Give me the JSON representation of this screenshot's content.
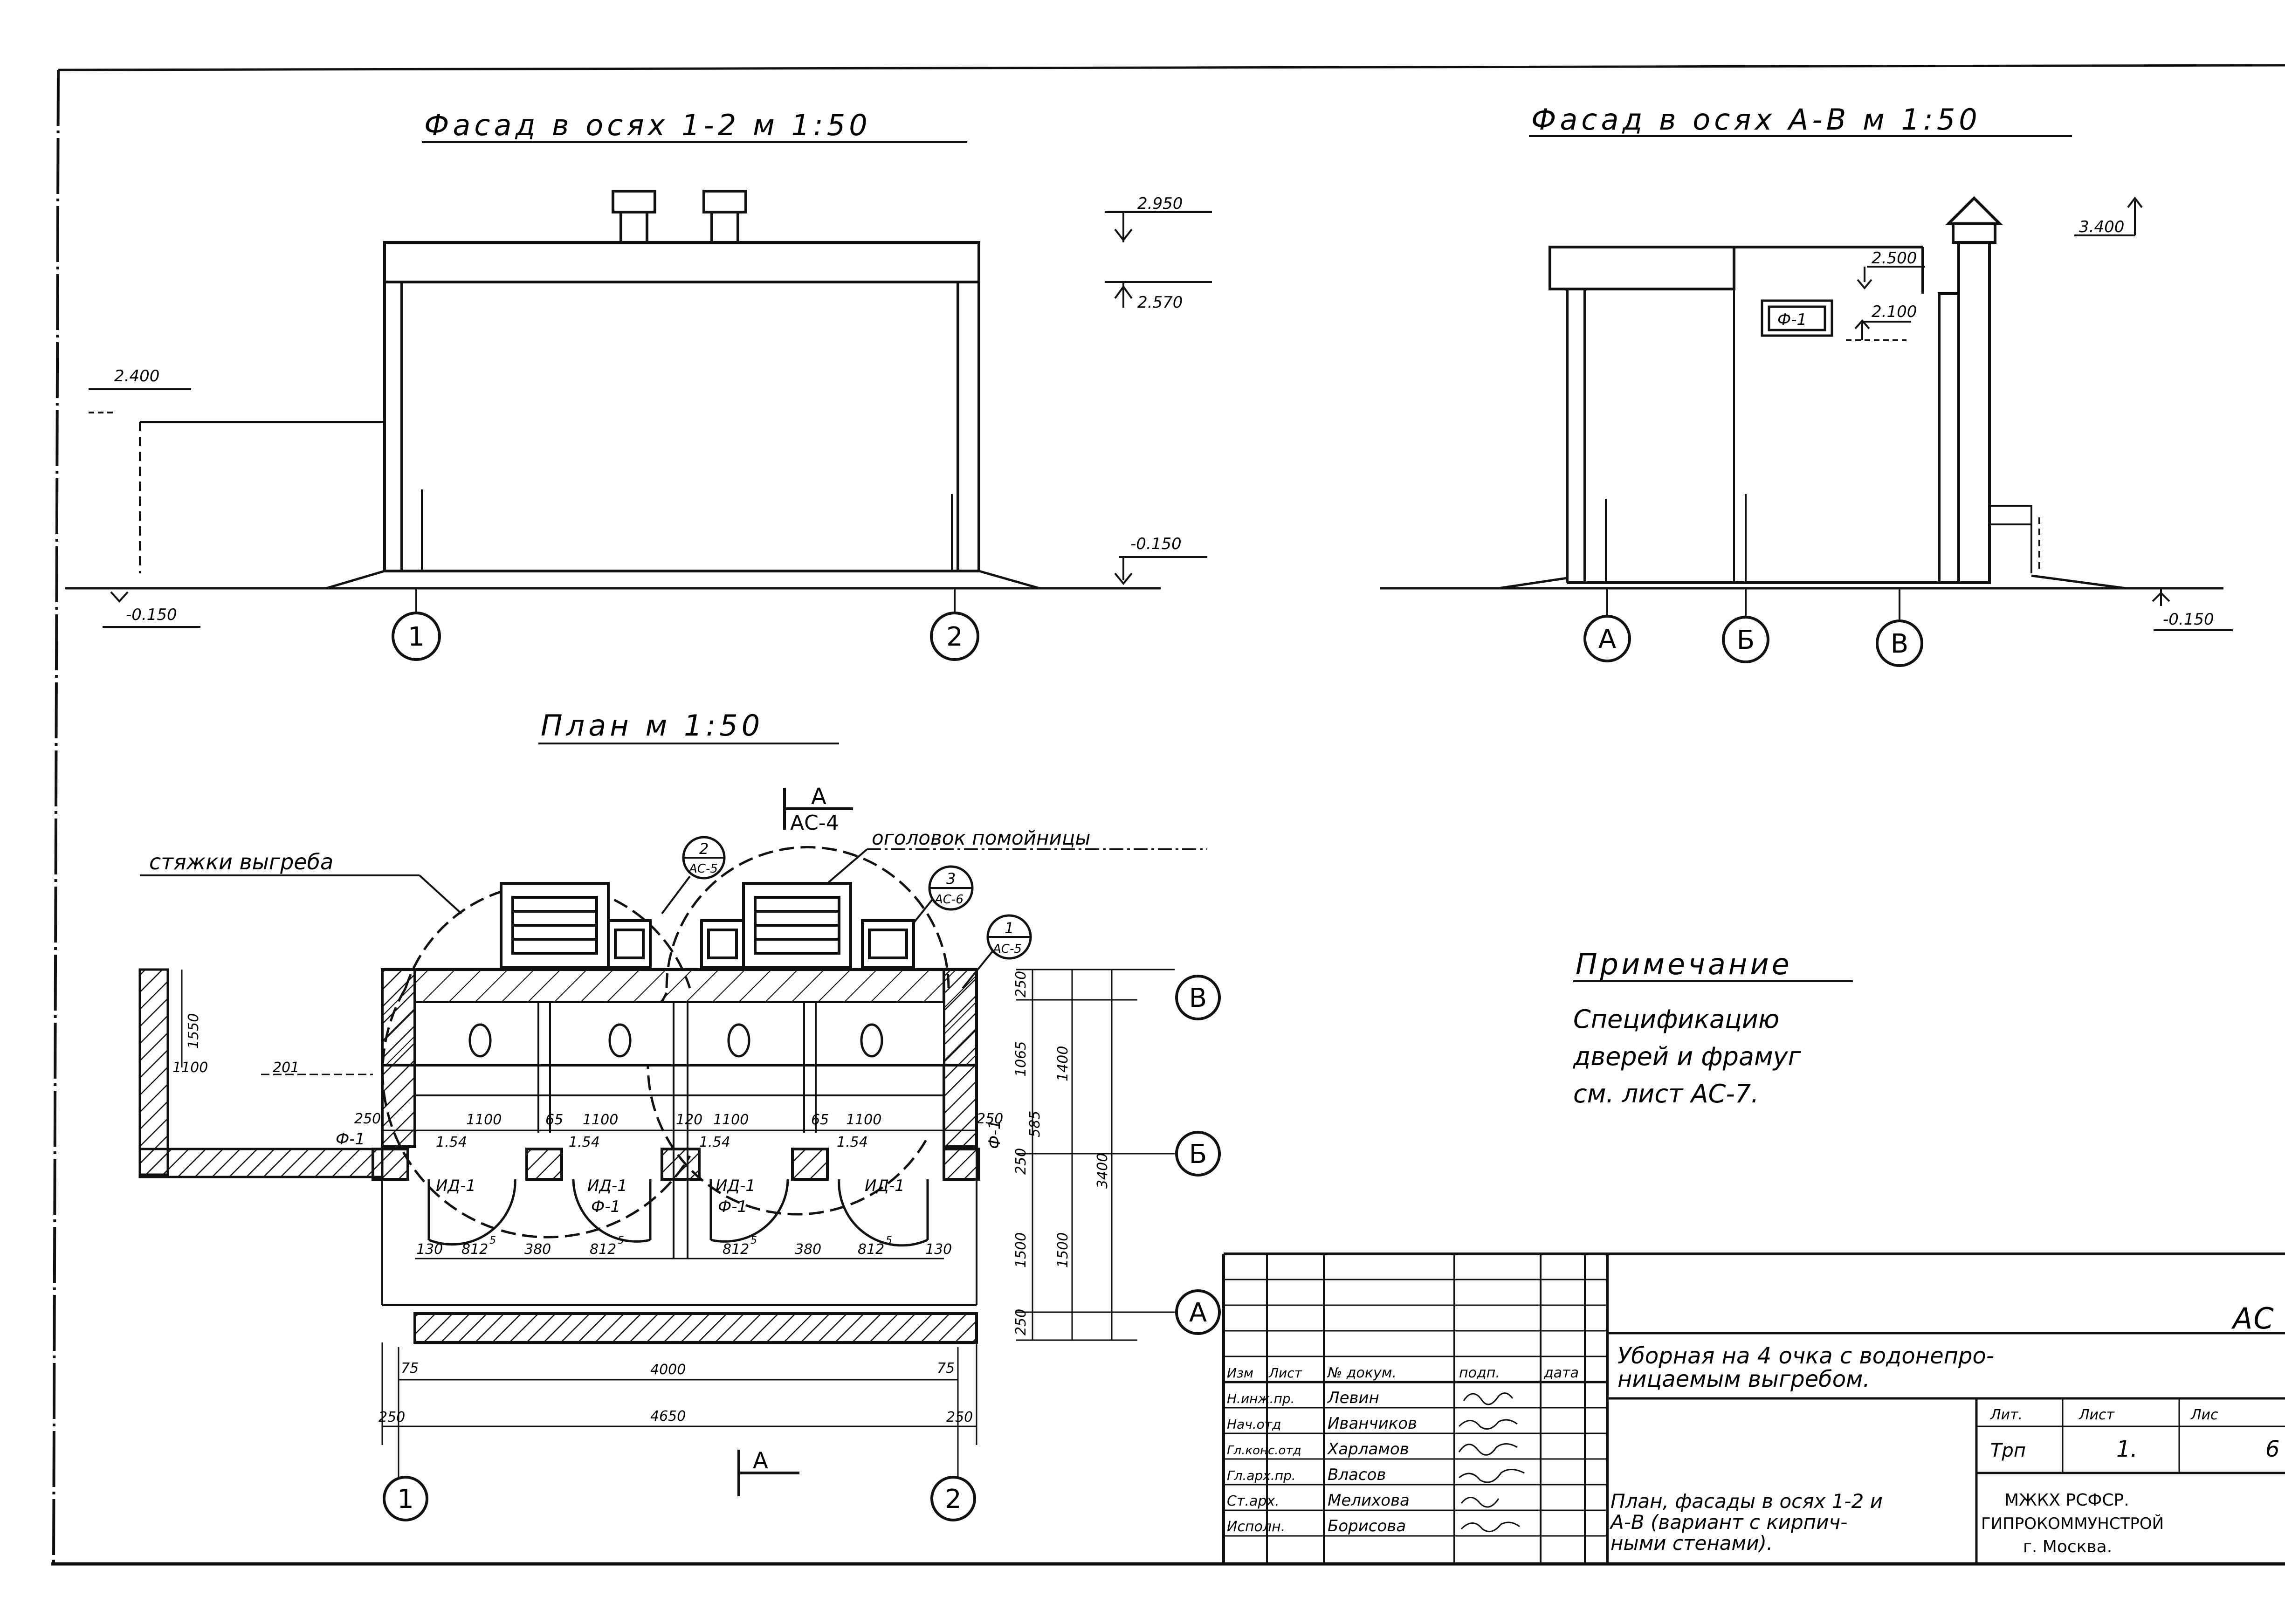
{
  "titles": {
    "facade_1_2": "Фасад в осях 1-2 м 1:50",
    "facade_a_v": "Фасад в осях А-В м 1:50",
    "plan": "План м 1:50"
  },
  "levels": {
    "left_top": "2.950",
    "left_wall_top": "2.570",
    "left_side": "2.400",
    "left_ground_right": "-0.150",
    "left_ground_left": "-0.150",
    "right_pipe": "3.400",
    "right_2500": "2.500",
    "right_2100": "2.100",
    "right_ground": "-0.150"
  },
  "facade_labels": {
    "frame": "Ф-1"
  },
  "axes": {
    "one": "1",
    "two": "2",
    "a": "А",
    "b": "Б",
    "v": "В"
  },
  "plan_labels": {
    "section_a_top": "А",
    "section_sheet": "АС-4",
    "section_a_bottom": "А",
    "vent_head": "оголовок помойницы",
    "cesspit_lids": "стяжки выгреба",
    "callout_2": "2",
    "callout_2_sheet": "АС-5",
    "callout_3": "3",
    "callout_3_sheet": "АС-6",
    "callout_1": "1",
    "callout_1_sheet": "АС-5",
    "f1_left": "Ф-1",
    "f1_right": "Ф-1",
    "door_1": "ИД-1",
    "door_2a": "ИД-1",
    "door_2b": "Ф-1",
    "door_3a": "ИД-1",
    "door_3b": "Ф-1",
    "door_4": "ИД-1",
    "hatch_201": "201"
  },
  "plan_dims": {
    "d1550": "1550",
    "d1100_side": "1100",
    "d250_l": "250",
    "d1100_1": "1100",
    "d154_1": "1.54",
    "d65_1": "65",
    "d1100_2": "1100",
    "d154_2": "1.54",
    "d120": "120",
    "d1100_3": "1100",
    "d154_3": "1.54",
    "d65_2": "65",
    "d1100_4": "1100",
    "d154_4": "1.54",
    "d250_r": "250",
    "b130_l": "130",
    "b812_1": "812",
    "b380_1": "380",
    "b812_2": "812",
    "b812_3": "812",
    "b380_2": "380",
    "b812_4": "812",
    "b130_r": "130",
    "sup5": "5",
    "v250_top": "250",
    "v1065": "1065",
    "v1400": "1400",
    "v3400": "3400",
    "v585": "585",
    "v250_mid": "250",
    "v1500_a": "1500",
    "v1500_b": "1500",
    "v250_bot": "250",
    "h75_l": "75",
    "h75_r": "75",
    "h4000": "4000",
    "h4650": "4650",
    "h250_l": "250",
    "h250_r": "250"
  },
  "note": {
    "title": "Примечание",
    "line1": "Спецификацию",
    "line2": "дверей и фрамуг",
    "line3": "см. лист АС-7."
  },
  "title_block": {
    "sheet_code": "АС",
    "project_title_1": "Уборная на 4 очка с водонепро-",
    "project_title_2": "ницаемым выгребом.",
    "hdr_izm": "Изм",
    "hdr_list": "Лист",
    "hdr_doc": "№ докум.",
    "hdr_sign": "подп.",
    "hdr_date": "дата",
    "role_1": "Н.инж.пр.",
    "name_1": "Левин",
    "role_2": "Нач.отд",
    "name_2": "Иванчиков",
    "role_3": "Гл.конс.отд",
    "name_3": "Харламов",
    "role_4": "Гл.арх.пр.",
    "name_4": "Власов",
    "role_5": "Ст.арх.",
    "name_5": "Мелихова",
    "role_6": "Исполн.",
    "name_6": "Борисова",
    "stage_hdr": "Лит.",
    "sheet_hdr": "Лист",
    "sheets_hdr": "Лис",
    "stage_val": "Трп",
    "sheet_val": "1.",
    "sheets_val": "6",
    "drawing_title_1": "План, фасады в осях 1-2 и",
    "drawing_title_2": "А-В (вариант с кирпич-",
    "drawing_title_3": "ными стенами).",
    "org_1": "МЖКХ РСФСР.",
    "org_2": "ГИПРОКОММУНСТРОЙ",
    "org_3": "г. Москва."
  }
}
